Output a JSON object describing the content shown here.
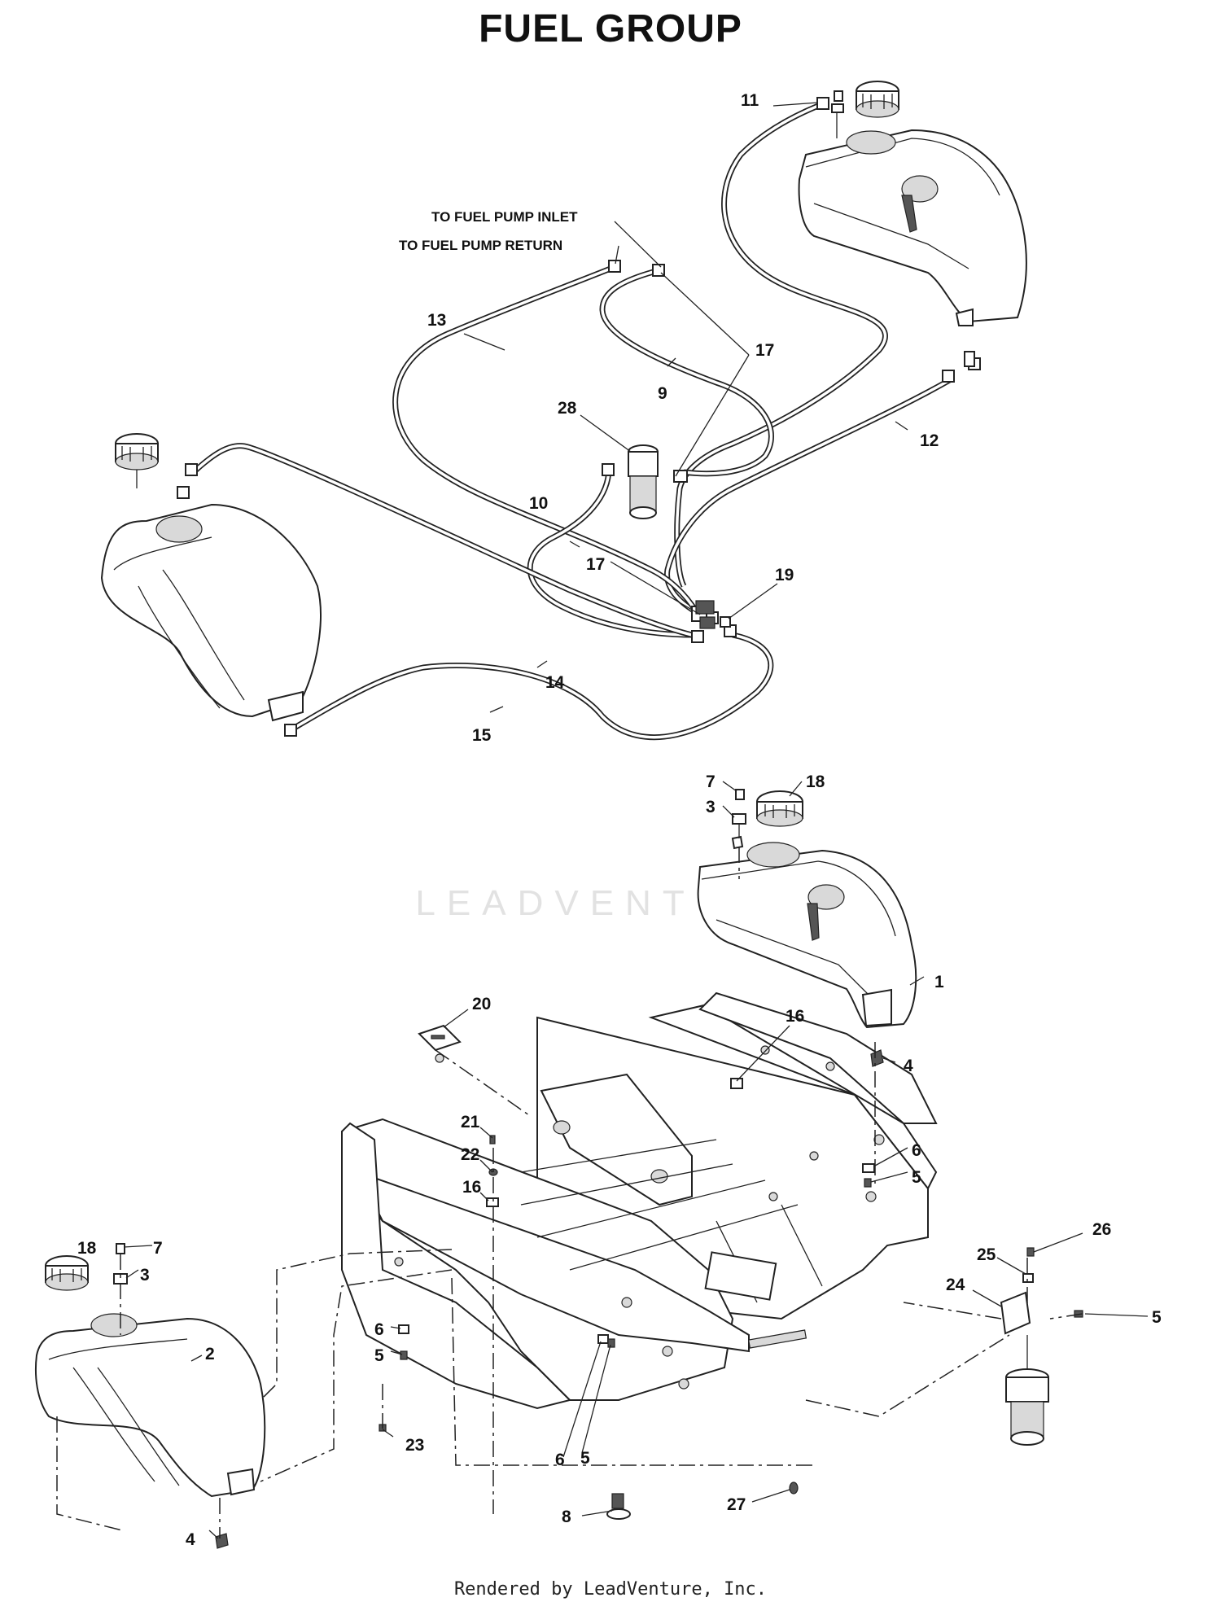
{
  "title": "FUEL GROUP",
  "footer": "Rendered by LeadVenture, Inc.",
  "watermark": "LEADVENTURE",
  "notes": {
    "pump_inlet": "TO FUEL PUMP INLET",
    "pump_return": "TO FUEL PUMP RETURN"
  },
  "callouts": [
    "1",
    "2",
    "3",
    "3",
    "4",
    "4",
    "5",
    "5",
    "5",
    "5",
    "6",
    "6",
    "6",
    "7",
    "7",
    "8",
    "9",
    "10",
    "11",
    "12",
    "13",
    "14",
    "15",
    "16",
    "16",
    "17",
    "17",
    "18",
    "18",
    "19",
    "20",
    "21",
    "22",
    "23",
    "24",
    "25",
    "26",
    "27",
    "28"
  ],
  "colors": {
    "ink": "#222222",
    "paper": "#ffffff",
    "watermark": "#e2e2e2"
  }
}
